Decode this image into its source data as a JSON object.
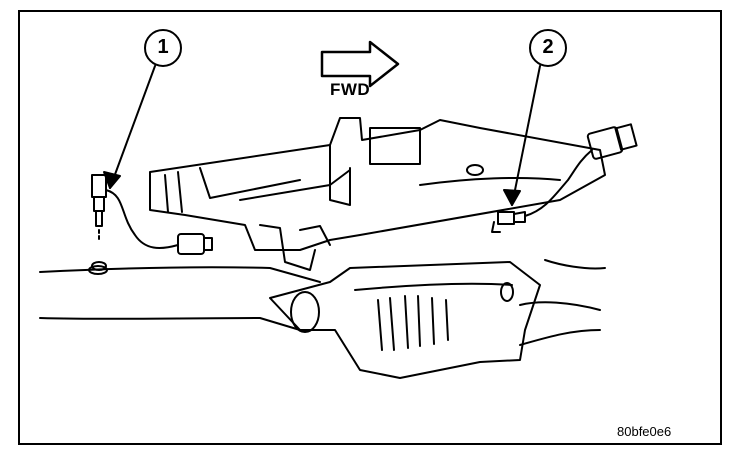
{
  "direction_label": "FWD",
  "callouts": [
    {
      "number": "1"
    },
    {
      "number": "2"
    }
  ],
  "figure_id": "80bfe0e6",
  "colors": {
    "line": "#000000",
    "background": "#ffffff"
  }
}
